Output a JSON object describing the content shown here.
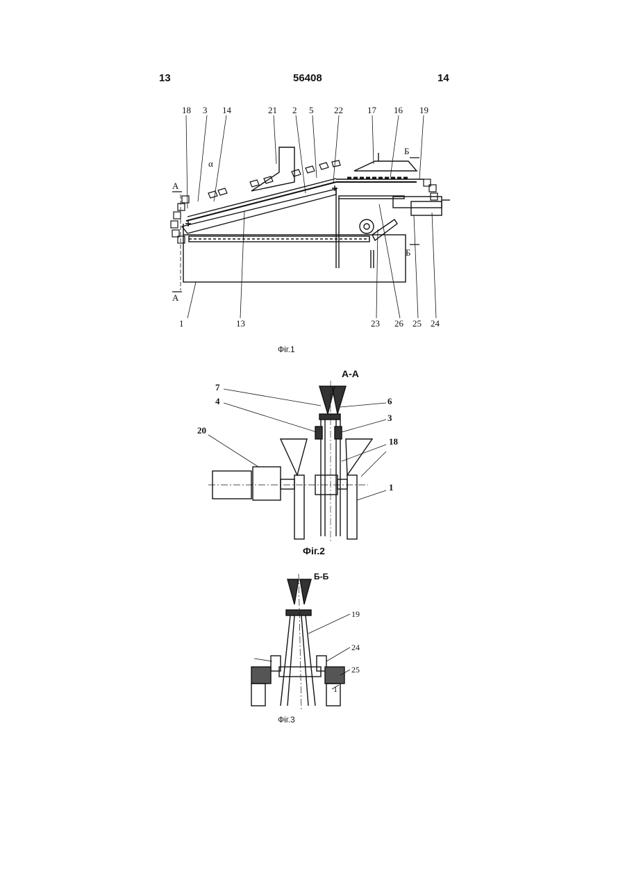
{
  "header": {
    "left_page": "13",
    "patent_number": "56408",
    "right_page": "14"
  },
  "fig1": {
    "caption": "Фіг.1",
    "section_a": "А",
    "section_b": "Б",
    "alpha": "α",
    "labels": [
      "18",
      "3",
      "14",
      "21",
      "2",
      "5",
      "22",
      "17",
      "16",
      "19",
      "1",
      "13",
      "23",
      "26",
      "25",
      "24"
    ]
  },
  "fig2": {
    "caption": "Фіг.2",
    "section_title": "А-А",
    "labels": [
      "7",
      "4",
      "6",
      "3",
      "20",
      "18",
      "1"
    ]
  },
  "fig3": {
    "caption": "Фіг.3",
    "section_title": "Б-Б",
    "labels": [
      "19",
      "24",
      "25",
      "1"
    ]
  }
}
